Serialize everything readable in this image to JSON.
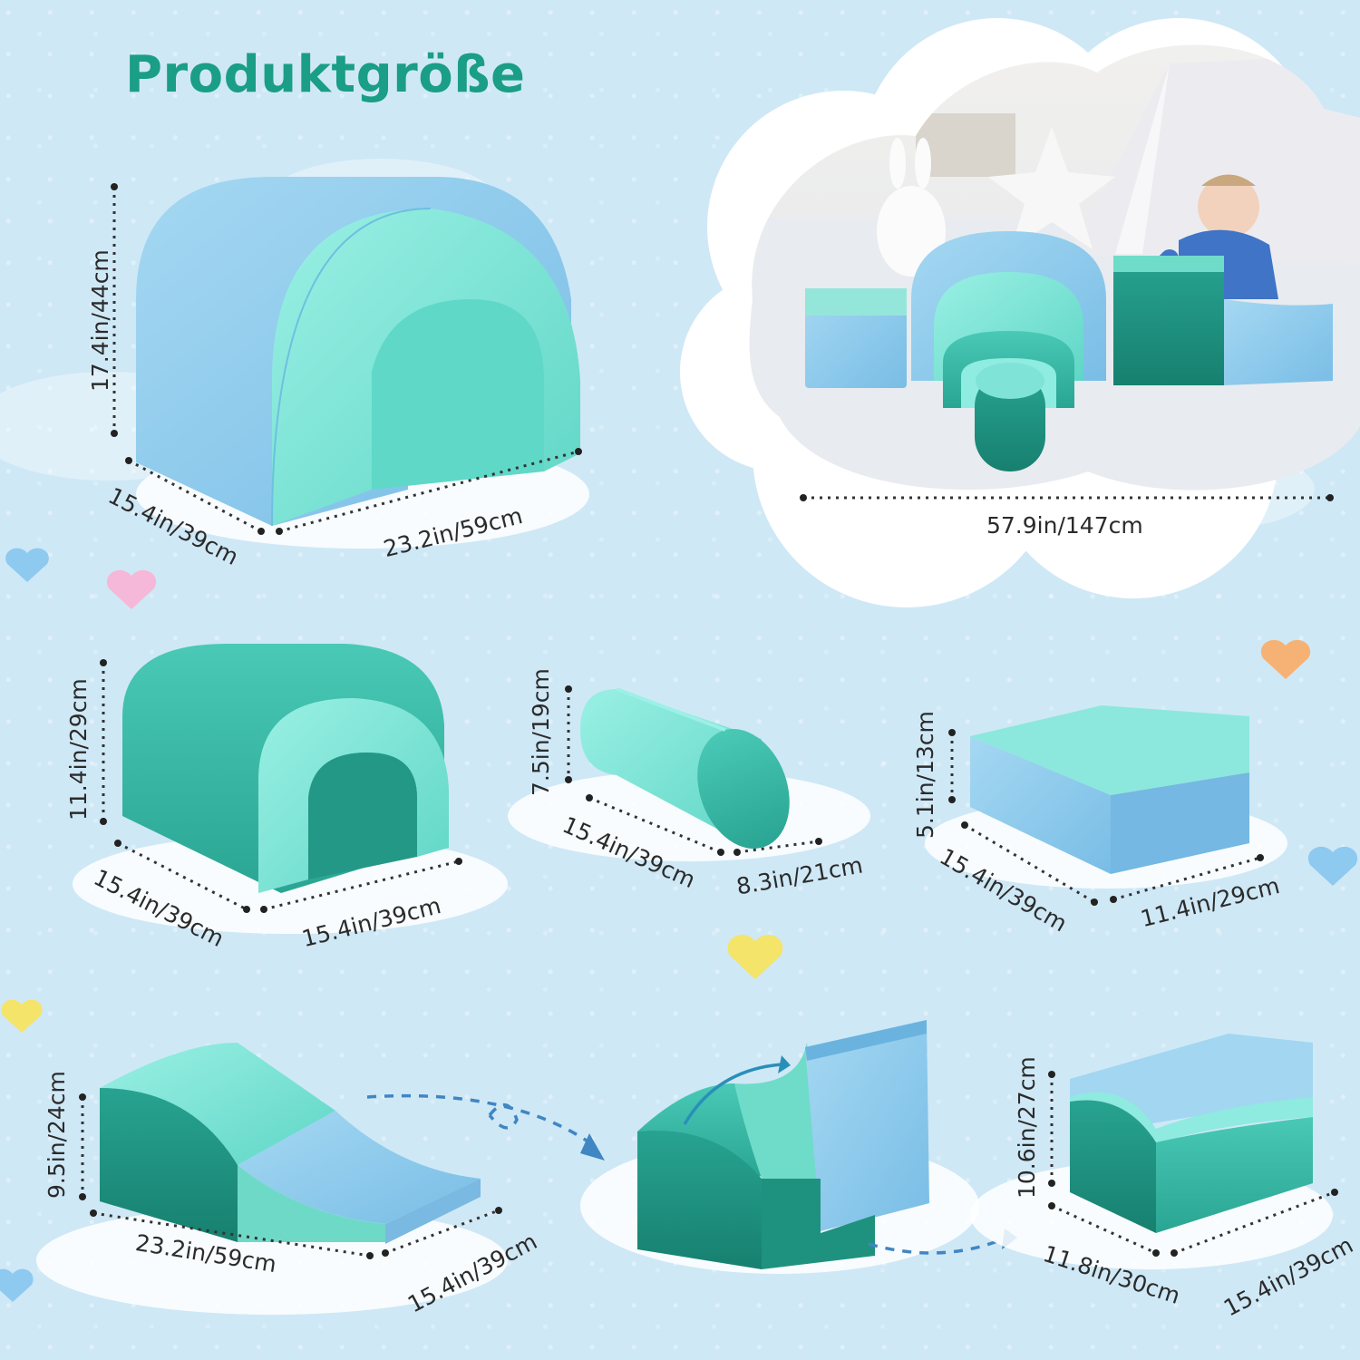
{
  "title": "Produktgröße",
  "colors": {
    "heading": "#1a9e85",
    "background": "#cfe8f6",
    "aqua": "#7fe3d8",
    "teal": "#3fbfae",
    "dark_teal": "#1f9a88",
    "blue": "#8fcdee",
    "light_blue": "#a9daf2"
  },
  "dimensions": {
    "big_arch": {
      "height": "17.4in/44cm",
      "depth": "15.4in/39cm",
      "width": "23.2in/59cm"
    },
    "assembled": {
      "length": "57.9in/147cm"
    },
    "small_arch": {
      "height": "11.4in/29cm",
      "depth": "15.4in/39cm",
      "width": "15.4in/39cm"
    },
    "cylinder": {
      "height": "7.5in/19cm",
      "length": "15.4in/39cm",
      "width": "8.3in/21cm"
    },
    "block": {
      "height": "5.1in/13cm",
      "depth": "15.4in/39cm",
      "width": "11.4in/29cm"
    },
    "ramp": {
      "height": "9.5in/24cm",
      "length": "23.2in/59cm",
      "width": "15.4in/39cm"
    },
    "cube": {
      "height": "10.6in/27cm",
      "width": "11.8in/30cm",
      "depth": "15.4in/39cm"
    }
  }
}
